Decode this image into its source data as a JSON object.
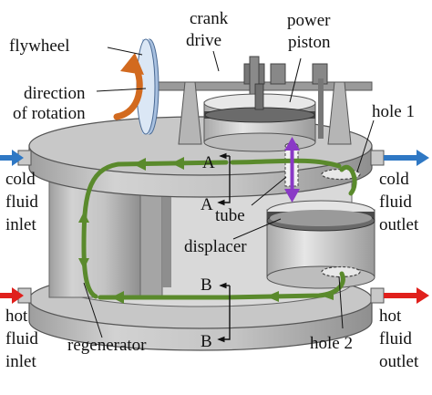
{
  "labels": {
    "flywheel": "flywheel",
    "direction_line1": "direction",
    "direction_line2": "of rotation",
    "crank_line1": "crank",
    "crank_line2": "drive",
    "power_line1": "power",
    "power_line2": "piston",
    "hole1": "hole 1",
    "cold_in_1": "cold",
    "cold_in_2": "fluid",
    "cold_in_3": "inlet",
    "cold_out_1": "cold",
    "cold_out_2": "fluid",
    "cold_out_3": "outlet",
    "section_a_top": "A",
    "section_a_bottom": "A",
    "tube": "tube",
    "displacer": "displacer",
    "section_b_top": "B",
    "section_b_bottom": "B",
    "hot_in_1": "hot",
    "hot_in_2": "fluid",
    "hot_in_3": "inlet",
    "hot_out_1": "hot",
    "hot_out_2": "fluid",
    "hot_out_3": "outlet",
    "regenerator": "regenerator",
    "hole2": "hole 2"
  },
  "colors": {
    "body_gray": "#b9b9b9",
    "band_gray": "#cfcfcf",
    "dark_gray": "#6f6f6f",
    "flow_green": "#5a8a2c",
    "cold_arrow": "#2f78c4",
    "hot_arrow": "#e0201c",
    "rotation_arrow": "#d26a1f",
    "tube_arrow": "#8a39c6",
    "flywheel_blue": "#c4d6ec"
  }
}
